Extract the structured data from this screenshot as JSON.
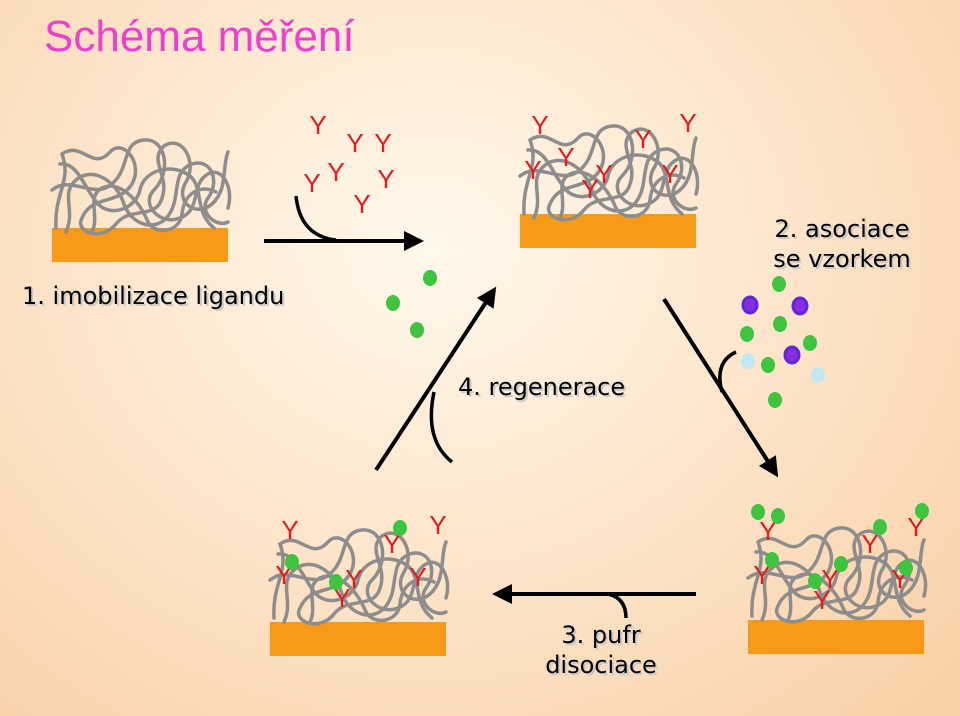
{
  "title": "Schéma měření",
  "steps": {
    "step1": "1. imobilizace ligandu",
    "step2_line1": "2. asociace",
    "step2_line2": "se vzorkem",
    "step3_line1": "3. pufr",
    "step3_line2": "disociace",
    "step4": "4. regenerace"
  },
  "colors": {
    "title": "#ef3fd2",
    "ligand": "#e41a1c",
    "analyte": "#3fc43f",
    "surface": "#f79a1a",
    "polymer": "#8d8d8d",
    "impurity_purple": "#8a2be2",
    "impurity_lightblue": "#bfe8f2"
  },
  "symbols": {
    "ligand_glyph": "Y"
  }
}
